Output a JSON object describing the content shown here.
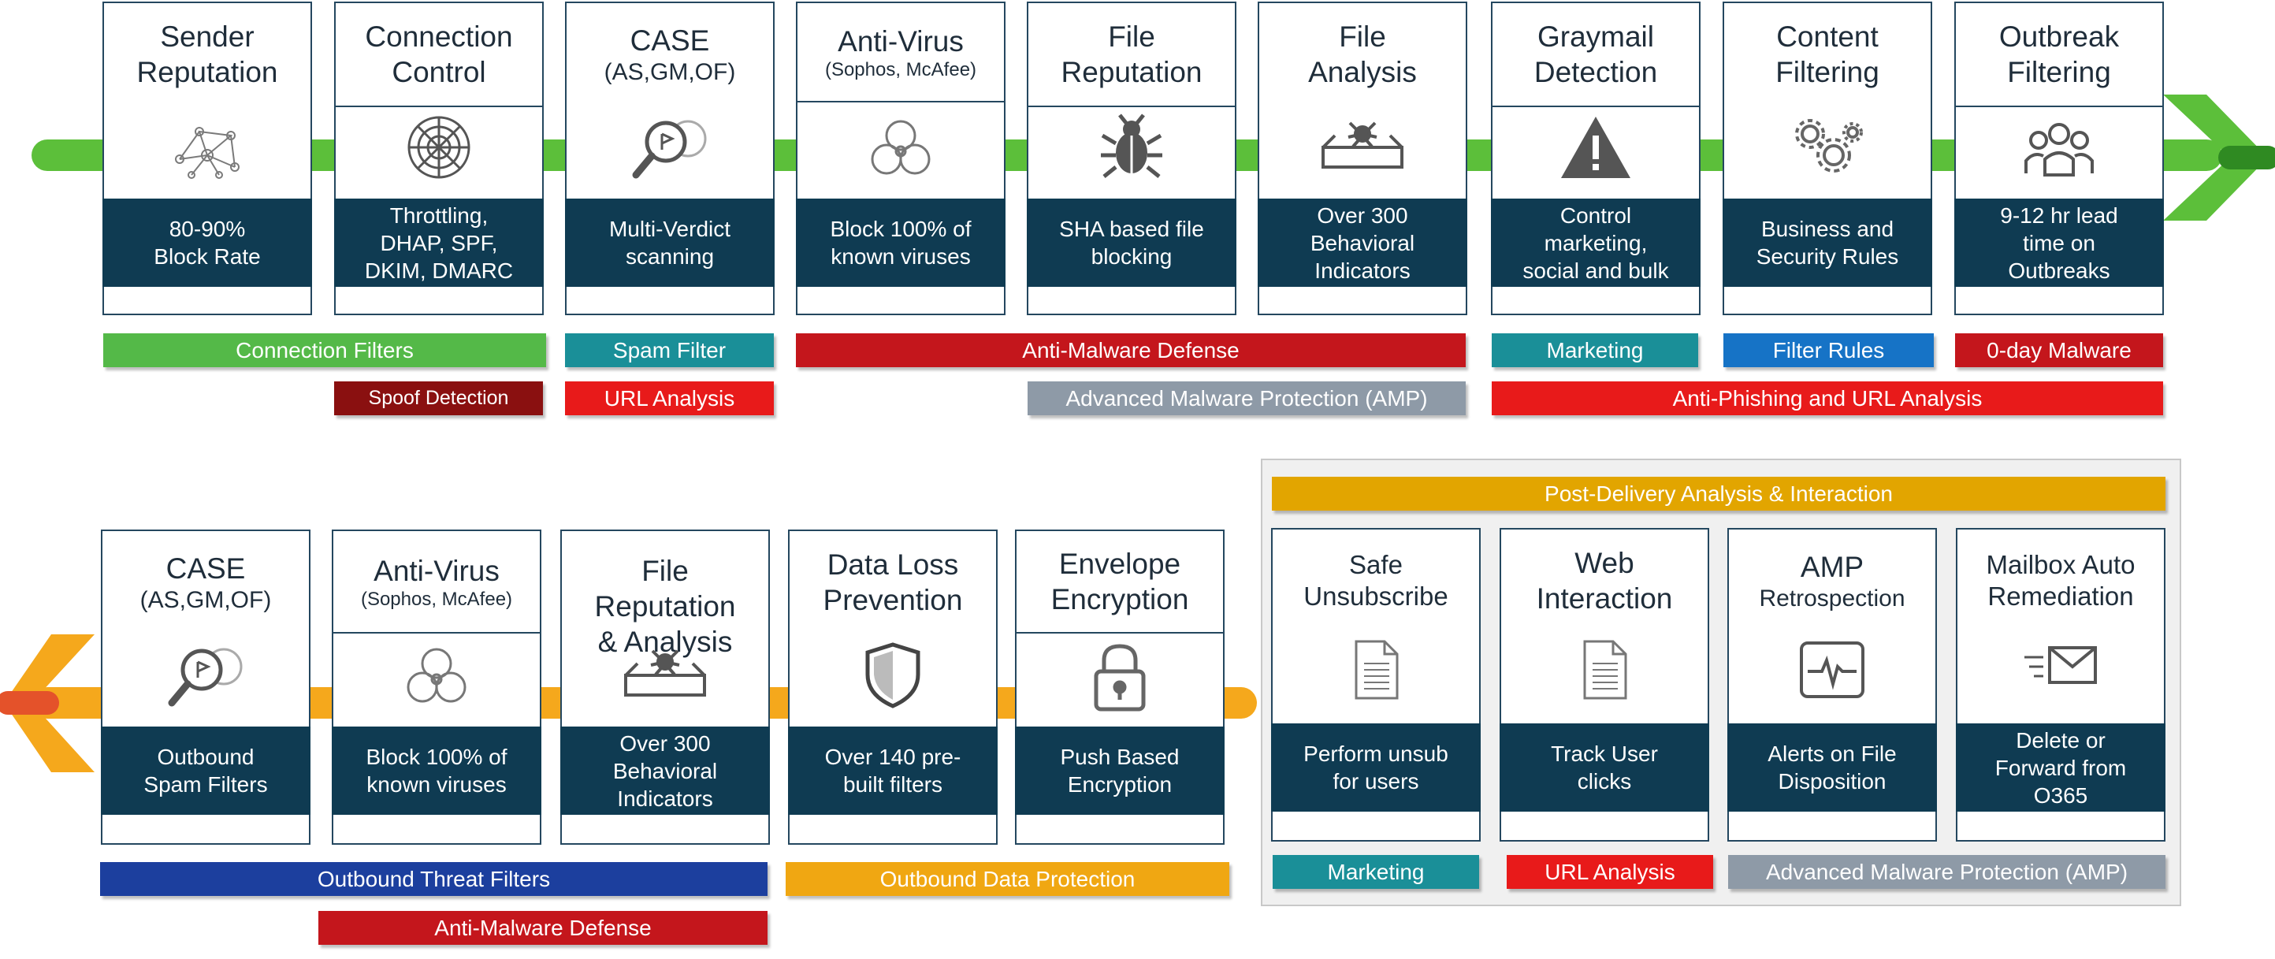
{
  "colors": {
    "flow_green": "#5cbf3a",
    "flow_orange": "#f5a81c",
    "card_border": "#24475f",
    "desc_bg": "#0f3b52",
    "green": "#54b948",
    "teal": "#1a8f98",
    "red": "#c4161c",
    "darkred": "#8a1010",
    "blue": "#1673c6",
    "gray": "#8e9aa7",
    "navy": "#1c3f9e",
    "amber": "#f0a712",
    "gold": "#e2a500"
  },
  "inbound": {
    "cards": [
      {
        "title_lines": [
          "Sender",
          "Reputation"
        ],
        "sub": "",
        "icon": "network-icon",
        "desc": "80-90%\nBlock Rate"
      },
      {
        "title_lines": [
          "Connection",
          "Control"
        ],
        "sub": "",
        "icon": "radar-icon",
        "desc": "Throttling,\nDHAP, SPF,\nDKIM, DMARC"
      },
      {
        "title_lines": [
          "CASE"
        ],
        "sub": "(AS,GM,OF)",
        "icon": "magnifier-icon",
        "desc": "Multi-Verdict\nscanning"
      },
      {
        "title_lines": [
          "Anti-Virus"
        ],
        "sub": "(Sophos, McAfee)",
        "icon": "biohazard-icon",
        "desc": "Block 100% of\nknown viruses"
      },
      {
        "title_lines": [
          "File",
          "Reputation"
        ],
        "sub": "",
        "icon": "bug-icon",
        "desc": "SHA based file\nblocking"
      },
      {
        "title_lines": [
          "File",
          "Analysis"
        ],
        "sub": "",
        "icon": "sandbox-icon",
        "desc": "Over   300\nBehavioral\nIndicators"
      },
      {
        "title_lines": [
          "Graymail",
          "Detection"
        ],
        "sub": "",
        "icon": "warning-icon",
        "desc": "Control\nmarketing,\nsocial and bulk"
      },
      {
        "title_lines": [
          "Content",
          "Filtering"
        ],
        "sub": "",
        "icon": "gears-icon",
        "desc": "Business and\nSecurity Rules"
      },
      {
        "title_lines": [
          "Outbreak",
          "Filtering"
        ],
        "sub": "",
        "icon": "people-icon",
        "desc": "9-12 hr lead\ntime on\nOutbreaks"
      }
    ],
    "bars": {
      "connection_filters": "Connection Filters",
      "spam_filter": "Spam Filter",
      "anti_malware": "Anti-Malware Defense",
      "marketing": "Marketing",
      "filter_rules": "Filter Rules",
      "zero_day": "0-day Malware",
      "spoof_detection": "Spoof Detection",
      "url_analysis": "URL Analysis",
      "amp": "Advanced Malware Protection (AMP)",
      "anti_phishing": "Anti-Phishing and URL Analysis"
    }
  },
  "outbound": {
    "cards": [
      {
        "title_lines": [
          "CASE"
        ],
        "sub": "(AS,GM,OF)",
        "icon": "magnifier-icon",
        "desc": "Outbound\nSpam Filters"
      },
      {
        "title_lines": [
          "Anti-Virus"
        ],
        "sub": "(Sophos, McAfee)",
        "icon": "biohazard-icon",
        "desc": "Block 100% of\nknown viruses"
      },
      {
        "title_lines": [
          "File",
          "Reputation",
          "& Analysis"
        ],
        "sub": "",
        "icon": "sandbox-icon",
        "desc": "Over   300\nBehavioral\nIndicators"
      },
      {
        "title_lines": [
          "Data Loss",
          "Prevention"
        ],
        "sub": "",
        "icon": "shield-icon",
        "desc": "Over 140 pre-\nbuilt filters"
      },
      {
        "title_lines": [
          "Envelope",
          "Encryption"
        ],
        "sub": "",
        "icon": "lock-icon",
        "desc": "Push Based\nEncryption"
      }
    ],
    "bars": {
      "outbound_threat": "Outbound Threat Filters",
      "outbound_data": "Outbound Data Protection",
      "anti_malware": "Anti-Malware Defense"
    }
  },
  "post_delivery": {
    "header": "Post-Delivery Analysis & Interaction",
    "cards": [
      {
        "title_lines": [
          "Safe",
          "Unsubscribe"
        ],
        "sub": "",
        "icon": "document-icon",
        "desc": "Perform unsub\nfor users"
      },
      {
        "title_lines": [
          "Web",
          "Interaction"
        ],
        "sub": "",
        "icon": "document-icon",
        "desc": "Track User\nclicks"
      },
      {
        "title_lines": [
          "AMP"
        ],
        "sub": "Retrospection",
        "icon": "pulse-icon",
        "desc": "Alerts on File\nDisposition"
      },
      {
        "title_lines": [
          "Mailbox Auto",
          "Remediation"
        ],
        "sub": "",
        "icon": "email-icon",
        "desc": "Delete or\nForward from\nO365"
      }
    ],
    "bars": {
      "marketing": "Marketing",
      "url_analysis": "URL Analysis",
      "amp": "Advanced Malware Protection (AMP)"
    }
  }
}
